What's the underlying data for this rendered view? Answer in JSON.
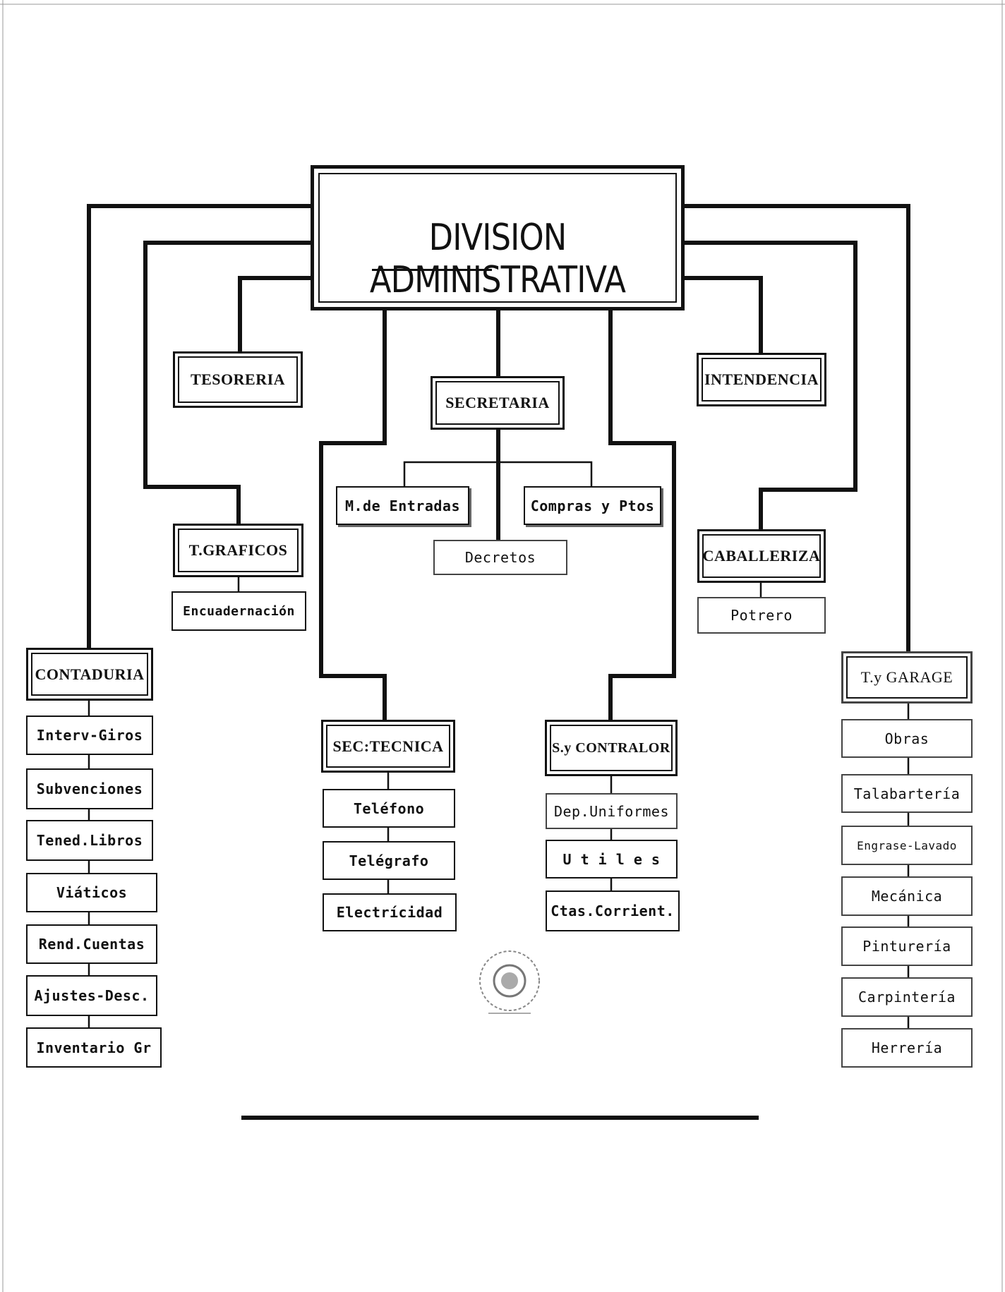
{
  "title": "DIVISION ADMINISTRATIVA",
  "nodes": {
    "tesoreria": "TESORERIA",
    "secretaria": "SECRETARIA",
    "intendencia": "INTENDENCIA",
    "m_entradas": "M.de Entradas",
    "compras": "Compras y Ptos",
    "decretos": "Decretos",
    "t_graficos": "T.GRAFICOS",
    "encuadernacion": "Encuadernación",
    "caballeriza": "CABALLERIZA",
    "potrero": "Potrero",
    "contaduria": "CONTADURIA",
    "sec_tecnica": "SEC:TECNICA",
    "s_contralor": "S.y CONTRALOR",
    "t_garage": "T.y GARAGE"
  },
  "contaduria_items": [
    "Interv-Giros",
    "Subvenciones",
    "Tened.Libros",
    "Viáticos",
    "Rend.Cuentas",
    "Ajustes-Desc.",
    "Inventario Gr"
  ],
  "sec_tecnica_items": [
    "Teléfono",
    "Telégrafo",
    "Electrícidad"
  ],
  "contralor_items": [
    "Dep.Uniformes",
    "U t i l e s",
    "Ctas.Corrient."
  ],
  "garage_items": [
    "Obras",
    "Talabartería",
    "Engrase-Lavado",
    "Mecánica",
    "Pinturería",
    "Carpintería",
    "Herrería"
  ]
}
